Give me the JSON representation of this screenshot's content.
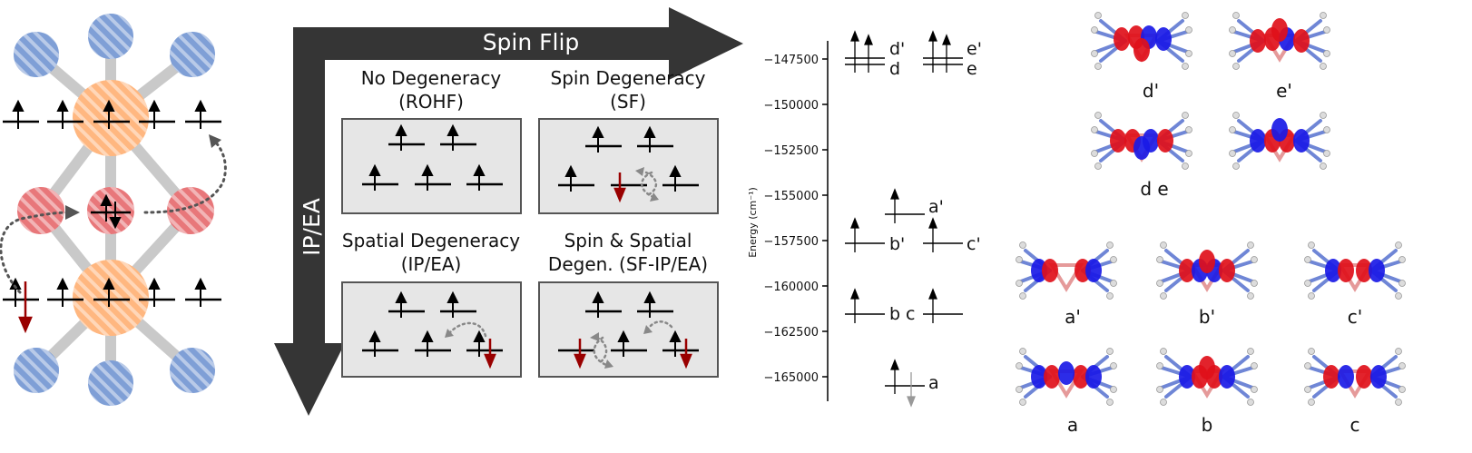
{
  "colors": {
    "dark_arrow": "#353535",
    "panel_fill": "#e6e6e6",
    "spin_red": "#990000",
    "orange_atom": "#ffb780",
    "red_atom": "#e8777a",
    "blue_atom": "#7f9fd6",
    "bond_gray": "#c9c9c9",
    "orbital_red": "#e0101a",
    "orbital_blue": "#1a1ae6"
  },
  "arrows": {
    "spin_flip": "Spin Flip",
    "ip_ea": "IP/EA"
  },
  "panels": [
    {
      "title": "No Degeneracy",
      "subtitle": "(ROHF)"
    },
    {
      "title": "Spin Degeneracy",
      "subtitle": "(SF)"
    },
    {
      "title": "Spatial Degeneracy",
      "subtitle": "(IP/EA)"
    },
    {
      "title": "Spin & Spatial",
      "subtitle": "Degen. (SF-IP/EA)"
    }
  ],
  "energy_chart": {
    "ylabel": "Energy (cm⁻¹)",
    "ticks": [
      "−147500",
      "−150000",
      "−152500",
      "−155000",
      "−157500",
      "−160000",
      "−162500",
      "−165000"
    ],
    "levels": [
      {
        "label": "d'"
      },
      {
        "label": "d"
      },
      {
        "label": "e'"
      },
      {
        "label": "e"
      },
      {
        "label": "a'"
      },
      {
        "label": "b'"
      },
      {
        "label": "c'"
      },
      {
        "label": "b"
      },
      {
        "label": "c"
      },
      {
        "label": "a"
      }
    ]
  },
  "orbitals": {
    "top_labels": [
      "d'",
      "e'"
    ],
    "mid_label": "d  e",
    "row_primed": [
      "a'",
      "b'",
      "c'"
    ],
    "row_plain": [
      "a",
      "b",
      "c"
    ]
  }
}
